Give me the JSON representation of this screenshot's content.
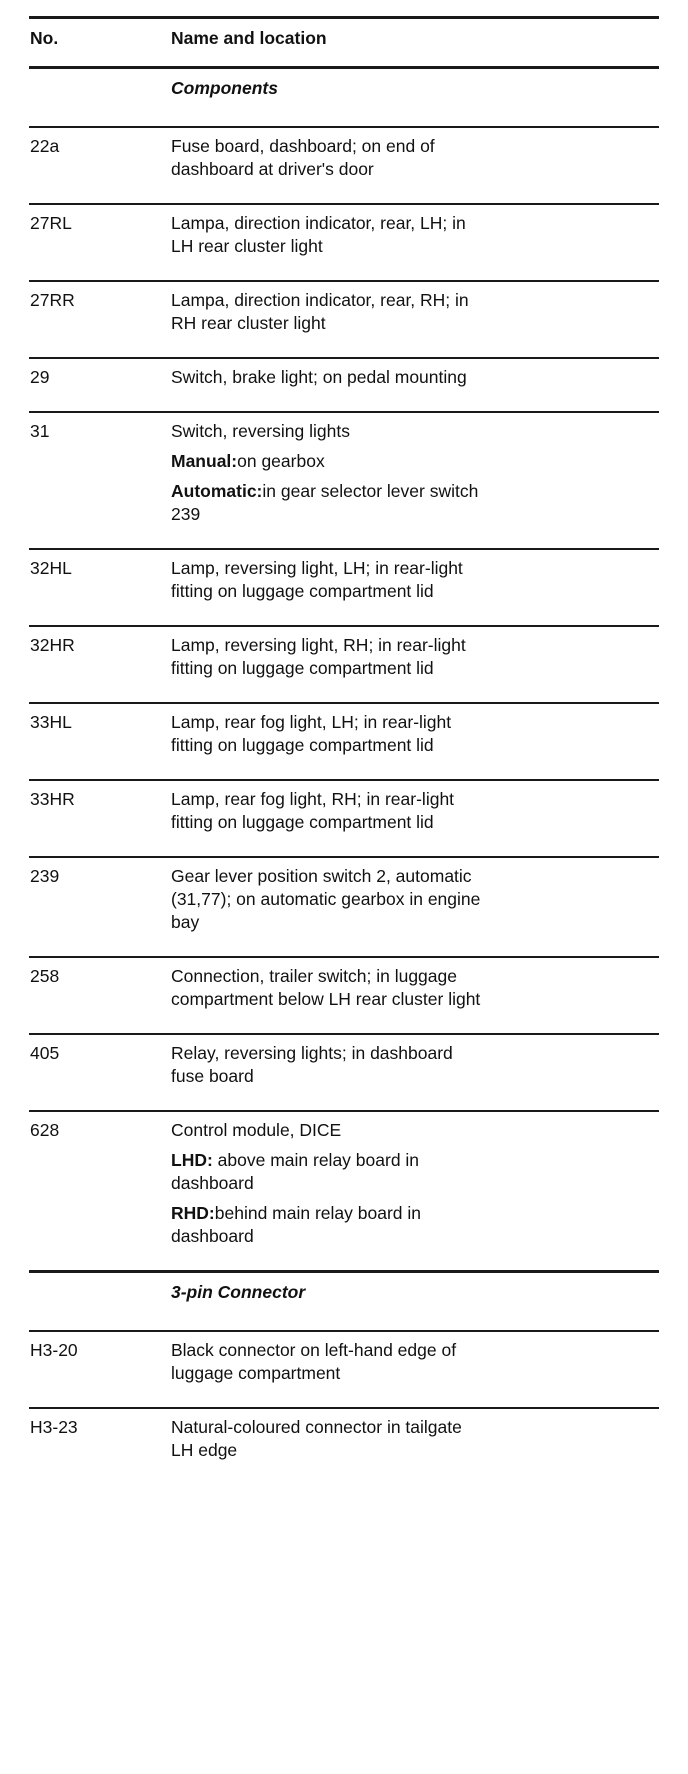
{
  "header": {
    "no": "No.",
    "name": "Name and location"
  },
  "sections": [
    {
      "title": "Components",
      "rows": [
        {
          "no": "22a",
          "lines": [
            "Fuse board, dashboard; on end of",
            "dashboard at driver's door"
          ]
        },
        {
          "no": "27RL",
          "lines": [
            "Lampa, direction indicator, rear, LH; in",
            "LH rear cluster light"
          ]
        },
        {
          "no": "27RR",
          "lines": [
            "Lampa, direction indicator, rear, RH; in",
            "RH rear cluster light"
          ]
        },
        {
          "no": "29",
          "lines": [
            "Switch, brake light; on pedal mounting"
          ]
        },
        {
          "no": "31",
          "lines": [
            "Switch, reversing lights"
          ],
          "subs": [
            {
              "label": "Manual:",
              "lines": [
                "on gearbox"
              ]
            },
            {
              "label": "Automatic:",
              "lines": [
                "in gear selector lever switch",
                "239"
              ]
            }
          ]
        },
        {
          "no": "32HL",
          "lines": [
            "Lamp, reversing light, LH; in rear-light",
            "fitting on luggage compartment lid"
          ]
        },
        {
          "no": "32HR",
          "lines": [
            "Lamp, reversing light, RH; in rear-light",
            "fitting on luggage compartment lid"
          ]
        },
        {
          "no": "33HL",
          "lines": [
            "Lamp, rear fog light, LH; in rear-light",
            "fitting on luggage compartment lid"
          ]
        },
        {
          "no": "33HR",
          "lines": [
            "Lamp, rear fog light, RH; in rear-light",
            "fitting on luggage compartment lid"
          ]
        },
        {
          "no": "239",
          "lines": [
            "Gear lever position switch 2, automatic",
            "(31,77); on automatic gearbox in engine",
            "bay"
          ]
        },
        {
          "no": "258",
          "lines": [
            "Connection, trailer switch; in luggage",
            "compartment below LH rear cluster light"
          ]
        },
        {
          "no": "405",
          "lines": [
            "Relay, reversing lights; in dashboard",
            "fuse board"
          ]
        },
        {
          "no": "628",
          "lines": [
            "Control module, DICE"
          ],
          "subs": [
            {
              "label": "LHD:",
              "lines": [
                " above main relay board in",
                "dashboard"
              ]
            },
            {
              "label": "RHD:",
              "lines": [
                "behind main relay board in",
                "dashboard"
              ]
            }
          ]
        }
      ]
    },
    {
      "title": "3-pin Connector",
      "rows": [
        {
          "no": "H3-20",
          "lines": [
            "Black connector on left-hand edge of",
            "luggage compartment"
          ]
        },
        {
          "no": "H3-23",
          "lines": [
            "Natural-coloured connector in tailgate",
            "LH edge"
          ]
        }
      ]
    }
  ]
}
